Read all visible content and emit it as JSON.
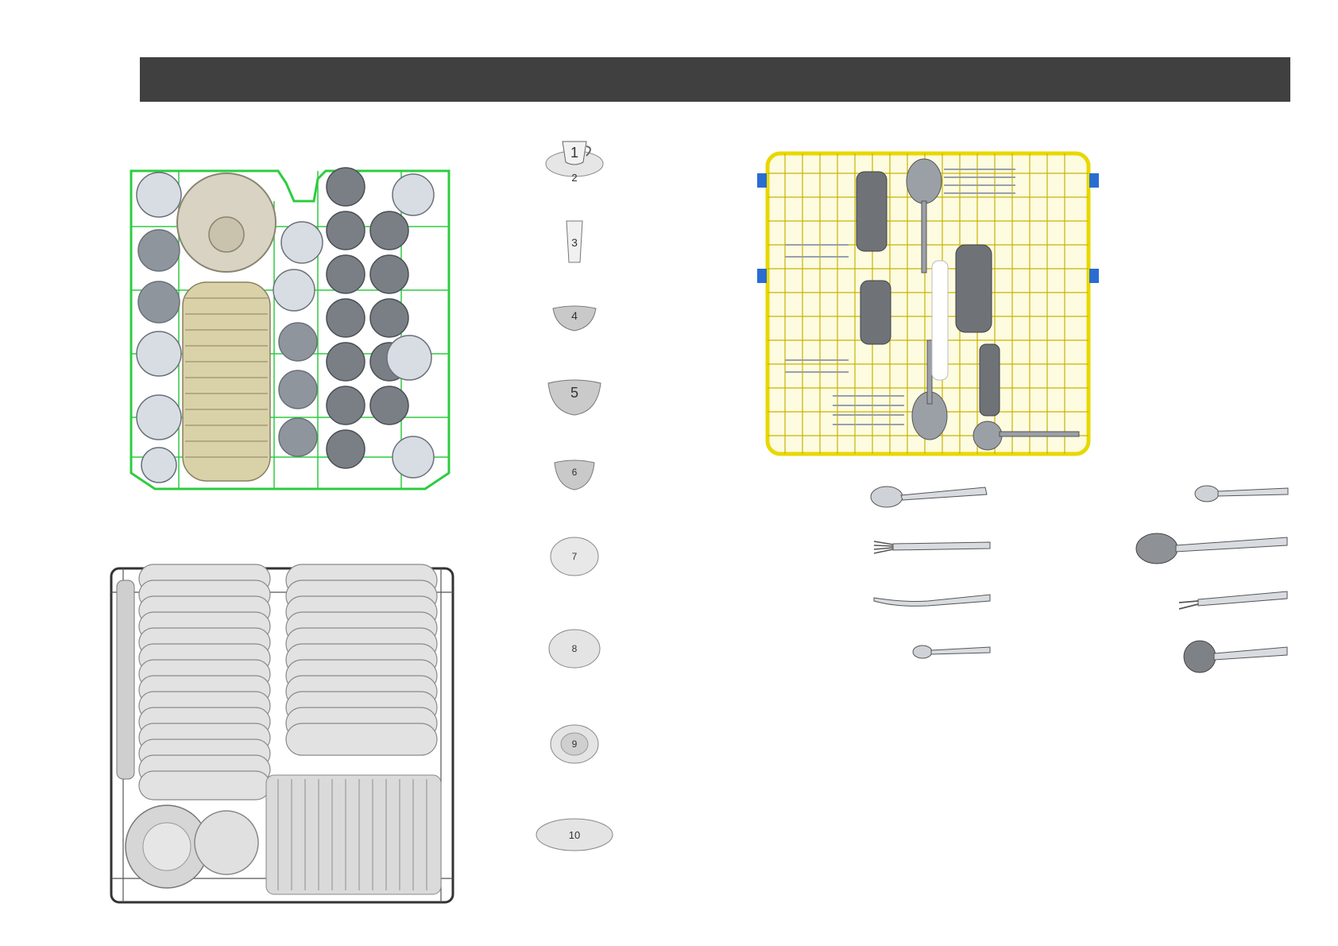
{
  "colors": {
    "header": "#404040",
    "upper_rack": "#2ecc40",
    "cutlery_tray": "#f2e200",
    "lower_rack": "#333333"
  },
  "legend": [
    {
      "id": "cup-saucer",
      "labels": [
        "1",
        "2"
      ]
    },
    {
      "id": "glass",
      "labels": [
        "3"
      ]
    },
    {
      "id": "small-bowl",
      "labels": [
        "4"
      ]
    },
    {
      "id": "medium-bowl",
      "labels": [
        "5"
      ]
    },
    {
      "id": "dessert-bowl",
      "labels": [
        "6"
      ]
    },
    {
      "id": "shallow-plate",
      "labels": [
        "7"
      ]
    },
    {
      "id": "dinner-plate",
      "labels": [
        "8"
      ]
    },
    {
      "id": "soup-plate",
      "labels": [
        "9"
      ]
    },
    {
      "id": "oval-platter",
      "labels": [
        "10"
      ]
    }
  ],
  "cutlery_icons": [
    "soup-spoon-icon",
    "fork-icon",
    "knife-icon",
    "teaspoon-icon",
    "dessert-spoon-icon",
    "serving-spoon-icon",
    "serving-fork-icon",
    "ladle-icon"
  ]
}
